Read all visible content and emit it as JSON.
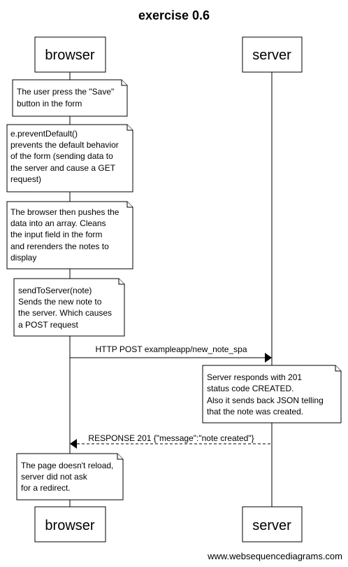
{
  "title": "exercise 0.6",
  "participants": {
    "browser": "browser",
    "server": "server"
  },
  "notes": [
    {
      "lines": [
        "The user press the \"Save\"",
        "button in the form"
      ]
    },
    {
      "lines": [
        "e.preventDefault()",
        "prevents the default behavior",
        "of the form (sending data to",
        "the server and cause a GET",
        "request)"
      ]
    },
    {
      "lines": [
        "The browser then pushes the",
        "data into an array. Cleans",
        "the input field in the form",
        "and rerenders the notes to",
        "display"
      ]
    },
    {
      "lines": [
        "sendToServer(note)",
        "Sends the new note to",
        "the server. Which causes",
        "a POST request"
      ]
    },
    {
      "lines": [
        "Server responds with 201",
        "status code CREATED.",
        "Also it sends back JSON telling",
        "that the note was created."
      ]
    },
    {
      "lines": [
        "The page doesn't reload,",
        "server did not ask",
        "for a redirect."
      ]
    }
  ],
  "messages": [
    {
      "label": "HTTP POST exampleapp/new_note_spa"
    },
    {
      "label": "RESPONSE 201 {\"message\":\"note created\"}"
    }
  ],
  "footer": "www.websequencediagrams.com"
}
